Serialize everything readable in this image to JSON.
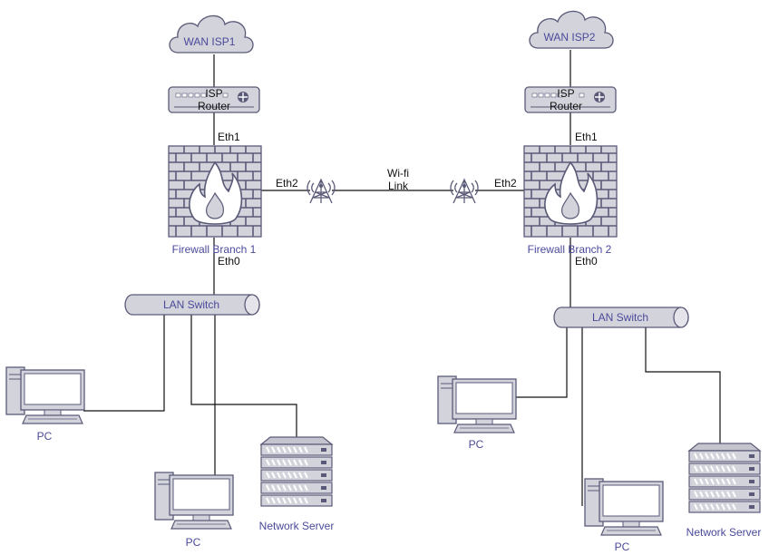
{
  "branch1": {
    "wan": "WAN ISP1",
    "router_line1": "ISP",
    "router_line2": "Router",
    "eth1": "Eth1",
    "eth2": "Eth2",
    "eth0": "Eth0",
    "firewall": "Firewall Branch 1",
    "switch": "LAN Switch",
    "pc1": "PC",
    "pc2": "PC",
    "server": "Network Server"
  },
  "branch2": {
    "wan": "WAN ISP2",
    "router_line1": "ISP",
    "router_line2": "Router",
    "eth1": "Eth1",
    "eth2": "Eth2",
    "eth0": "Eth0",
    "firewall": "Firewall Branch 2",
    "switch": "LAN Switch",
    "pc1": "PC",
    "pc2": "PC",
    "server": "Network Server"
  },
  "link": {
    "line1": "Wi-fi",
    "line2": "Link"
  },
  "colors": {
    "device_fill": "#d3d3dc",
    "device_stroke": "#5a5a78",
    "label_blue": "#4a4a9a"
  }
}
